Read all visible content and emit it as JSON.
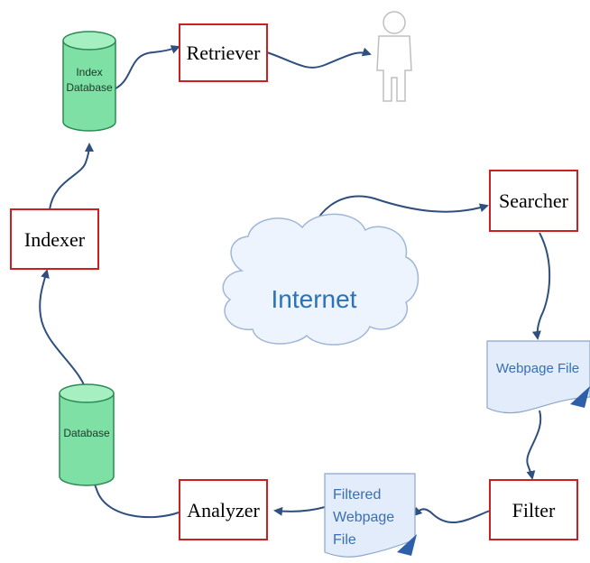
{
  "colors": {
    "box_border": "#cc1f1f",
    "arrow": "#2f4f7f",
    "db_fill": "#7ee0a4",
    "db_stroke": "#2a8a52",
    "doc_fill": "#e3ecfa",
    "doc_text": "#3a6fb0",
    "cloud_fill": "#eef4fd",
    "cloud_stroke": "#9fb6d6",
    "cloud_text": "#2a73b8",
    "person_stroke": "#bfbfbf"
  },
  "nodes": {
    "retriever": "Retriever",
    "indexer": "Indexer",
    "searcher": "Searcher",
    "filter": "Filter",
    "analyzer": "Analyzer",
    "index_db": {
      "line1": "Index",
      "line2": "Database"
    },
    "database": "Database",
    "internet": "Internet",
    "webpage_file": "Webpage File",
    "filtered_webpage_file": {
      "line1": "Filtered",
      "line2": "Webpage",
      "line3": "File"
    }
  },
  "icons": {
    "user": "person-icon"
  }
}
